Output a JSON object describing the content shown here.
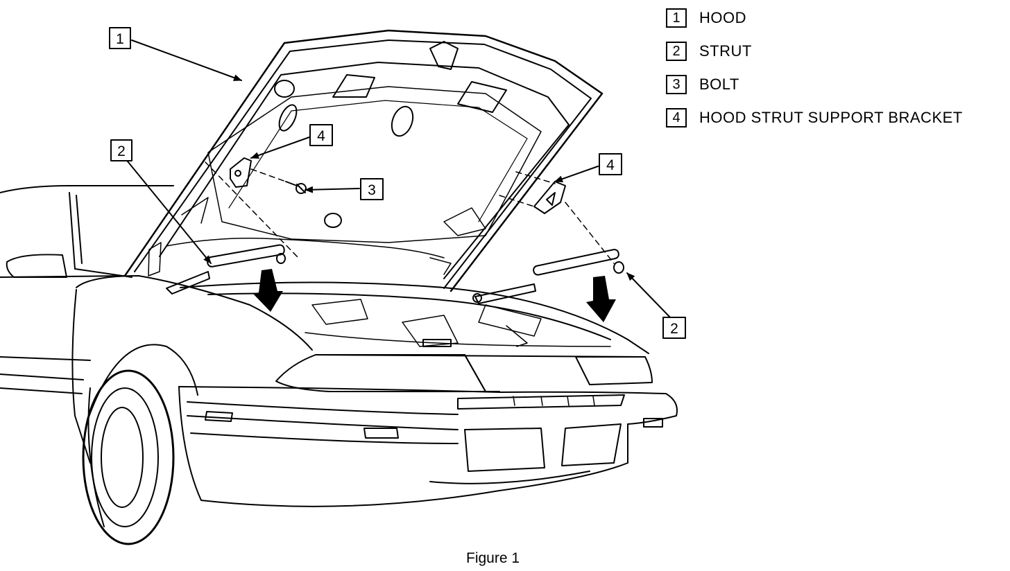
{
  "legend": [
    {
      "number": "1",
      "label": "HOOD"
    },
    {
      "number": "2",
      "label": "STRUT"
    },
    {
      "number": "3",
      "label": "BOLT"
    },
    {
      "number": "4",
      "label": "HOOD STRUT SUPPORT BRACKET"
    }
  ],
  "callouts": {
    "hood": "1",
    "strut_left": "2",
    "strut_right": "2",
    "bolt": "3",
    "bracket_left": "4",
    "bracket_right": "4"
  },
  "caption": "Figure 1"
}
